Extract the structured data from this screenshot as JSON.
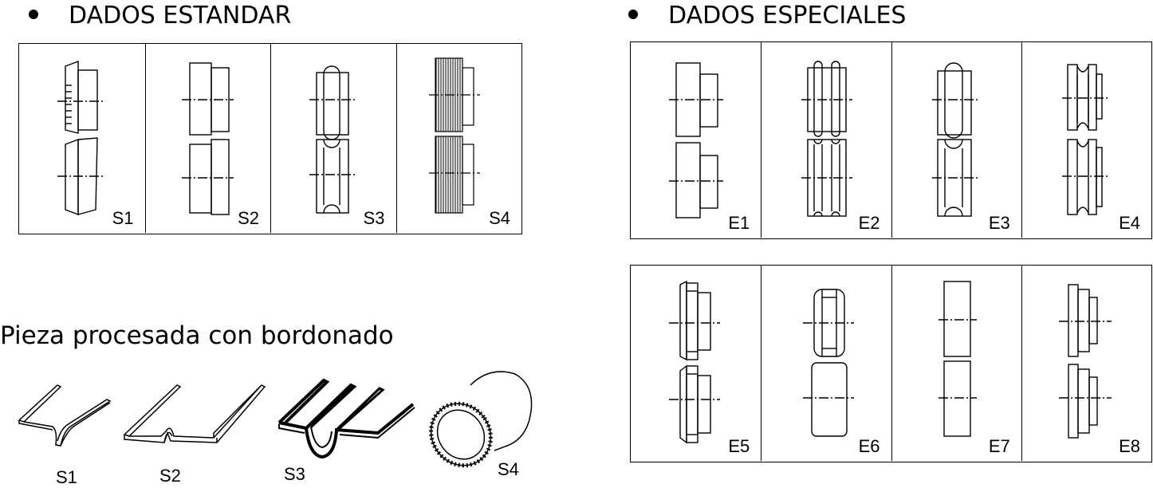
{
  "headings": {
    "standard": "DADOS ESTANDAR",
    "special": "DADOS ESPECIALES",
    "processed": "Pieza procesada con bordonado"
  },
  "standard_dies": [
    {
      "label": "S1",
      "icon": "die-s1-icon"
    },
    {
      "label": "S2",
      "icon": "die-s2-icon"
    },
    {
      "label": "S3",
      "icon": "die-s3-icon"
    },
    {
      "label": "S4",
      "icon": "die-s4-icon"
    }
  ],
  "special_dies_row1": [
    {
      "label": "E1",
      "icon": "die-e1-icon"
    },
    {
      "label": "E2",
      "icon": "die-e2-icon"
    },
    {
      "label": "E3",
      "icon": "die-e3-icon"
    },
    {
      "label": "E4",
      "icon": "die-e4-icon"
    }
  ],
  "special_dies_row2": [
    {
      "label": "E5",
      "icon": "die-e5-icon"
    },
    {
      "label": "E6",
      "icon": "die-e6-icon"
    },
    {
      "label": "E7",
      "icon": "die-e7-icon"
    },
    {
      "label": "E8",
      "icon": "die-e8-icon"
    }
  ],
  "processed_pieces": [
    {
      "label": "S1",
      "icon": "piece-s1-icon"
    },
    {
      "label": "S2",
      "icon": "piece-s2-icon"
    },
    {
      "label": "S3",
      "icon": "piece-s3-icon"
    },
    {
      "label": "S4",
      "icon": "piece-s4-icon"
    }
  ]
}
